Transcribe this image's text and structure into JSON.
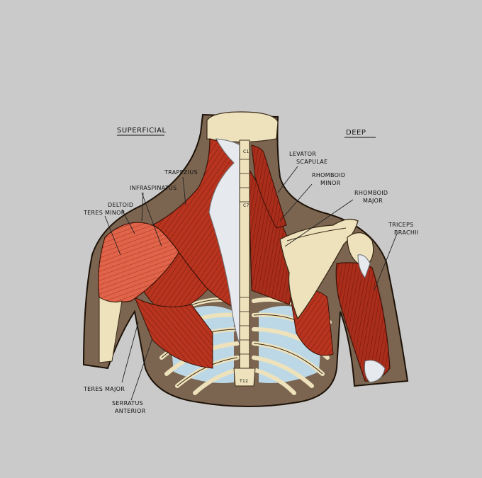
{
  "headings": {
    "superficial": "SUPERFICIAL",
    "deep": "DEEP"
  },
  "labels": {
    "trapezius": "TRAPEZIUS",
    "infraspinatus": "INFRASPINATUS",
    "deltoid": "DELTOID",
    "teres_minor": "TERES MINOR",
    "teres_major": "TERES MAJOR",
    "serratus_anterior_1": "SERRATUS",
    "serratus_anterior_2": "ANTERIOR",
    "levator_scapulae_1": "LEVATOR",
    "levator_scapulae_2": "SCAPULAE",
    "rhomboid_minor_1": "RHOMBOID",
    "rhomboid_minor_2": "MINOR",
    "rhomboid_major_1": "RHOMBOID",
    "rhomboid_major_2": "MAJOR",
    "triceps_brachii_1": "TRICEPS",
    "triceps_brachii_2": "BRACHII"
  },
  "vertebra_labels": {
    "c1": "C1",
    "c7": "C7",
    "t12": "T12"
  },
  "colors": {
    "background": "#cacaca",
    "body": "#7b6550",
    "muscle": "#b8341f",
    "muscle_light": "#e0644a",
    "bone": "#ede2bc",
    "tendon": "#e6e9ee",
    "lung": "#bcd8e6"
  }
}
